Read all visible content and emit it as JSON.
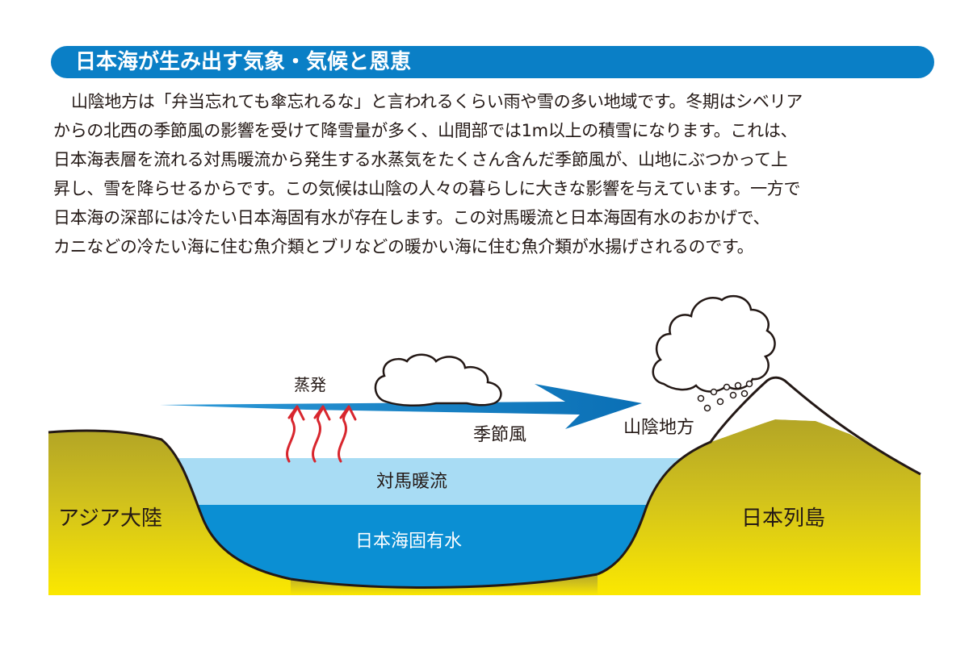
{
  "title": "日本海が生み出す気象・気候と恩恵",
  "paragraph_lines": [
    "山陰地方は「弁当忘れても傘忘れるな」と言われるくらい雨や雪の多い地域です。冬期はシベリア",
    "からの北西の季節風の影響を受けて降雪量が多く、山間部では1m以上の積雪になります。これは、",
    "日本海表層を流れる対馬暖流から発生する水蒸気をたくさん含んだ季節風が、山地にぶつかって上",
    "昇し、雪を降らせるからです。この気候は山陰の人々の暮らしに大きな影響を与えています。一方で",
    "日本海の深部には冷たい日本海固有水が存在します。この対馬暖流と日本海固有水のおかげで、",
    "カニなどの冷たい海に住む魚介類とブリなどの暖かい海に住む魚介類が水揚げされるのです。"
  ],
  "diagram": {
    "evaporation_label": "蒸発",
    "monsoon_label": "季節風",
    "san_in_label": "山陰地方",
    "tsushima_current_label": "対馬暖流",
    "japan_sea_water_label": "日本海固有水",
    "asia_label": "アジア大陸",
    "japan_label": "日本列島"
  },
  "colors": {
    "title_bar": "#0a7fc6",
    "warm_current": "#a8dcf4",
    "deep_water": "#0b8fd3",
    "arrow": "#0a70b6",
    "evaporation_arrows": "#d8262e",
    "land_top": "#b9aa2a",
    "land_bottom": "#f7e500"
  }
}
